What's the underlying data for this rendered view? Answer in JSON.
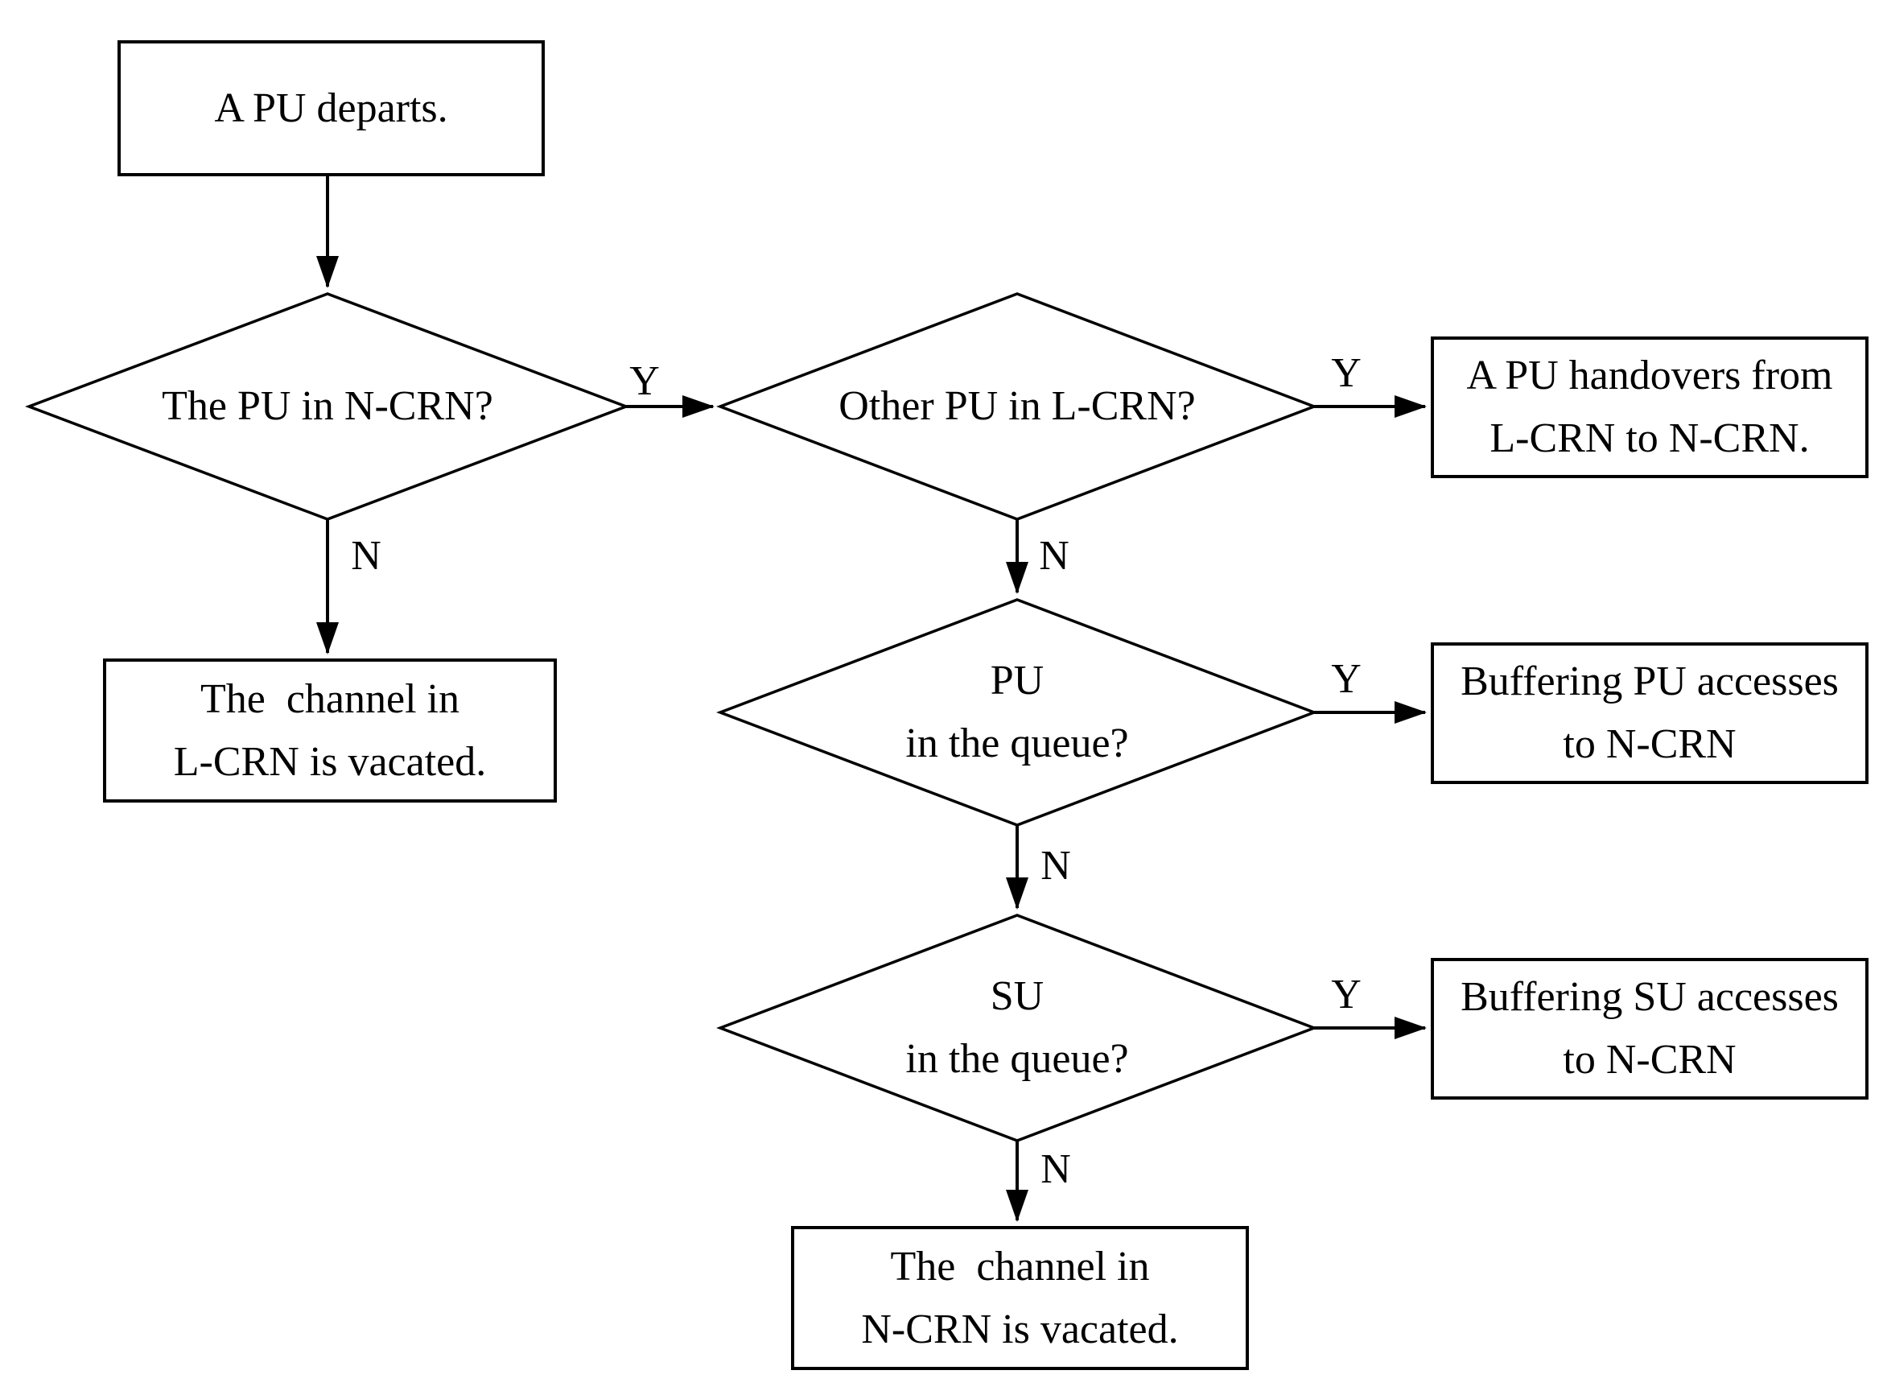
{
  "nodes": {
    "start": {
      "text": "A PU departs."
    },
    "d1": {
      "text": "The PU in N-CRN?"
    },
    "d2": {
      "text": "Other PU in L-CRN?"
    },
    "d3": {
      "text": "PU\nin the queue?"
    },
    "d4": {
      "text": "SU\nin the queue?"
    },
    "handover": {
      "text": "A PU handovers from\nL-CRN to N-CRN."
    },
    "lcrn_vacated": {
      "text": "The  channel in\nL-CRN is vacated."
    },
    "buffer_pu": {
      "text": "Buffering PU accesses\nto N-CRN"
    },
    "buffer_su": {
      "text": "Buffering SU accesses\nto N-CRN"
    },
    "ncrn_vacated": {
      "text": "The  channel in\nN-CRN is vacated."
    }
  },
  "edge_labels": {
    "d1_yes": "Y",
    "d1_no": "N",
    "d2_yes": "Y",
    "d2_no": "N",
    "d3_yes": "Y",
    "d3_no": "N",
    "d4_yes": "Y",
    "d4_no": "N"
  },
  "colors": {
    "line": "#000000",
    "background": "#ffffff"
  }
}
